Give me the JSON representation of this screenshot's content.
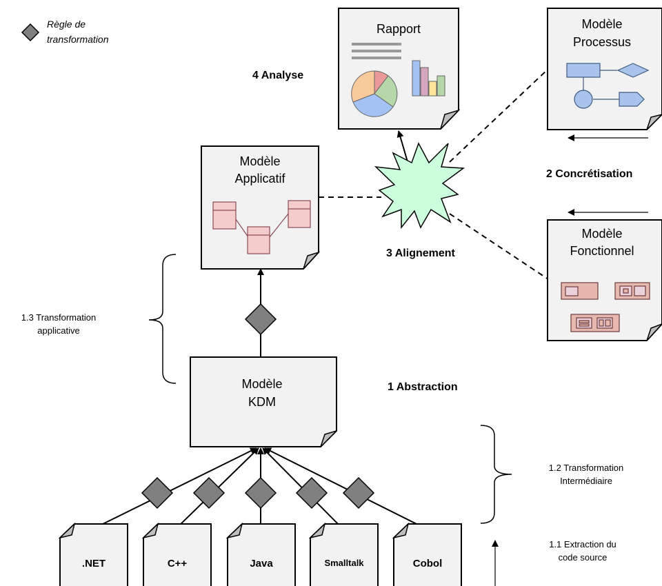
{
  "legend": {
    "line1": "Règle de",
    "line2": "transformation"
  },
  "stages": {
    "analyse": "4 Analyse",
    "concretisation": "2 Concrétisation",
    "alignement": "3 Alignement",
    "abstraction": "1 Abstraction"
  },
  "models": {
    "rapport": "Rapport",
    "processus": [
      "Modèle",
      "Processus"
    ],
    "applicatif": [
      "Modèle",
      "Applicatif"
    ],
    "fonctionnel": [
      "Modèle",
      "Fonctionnel"
    ],
    "kdm": [
      "Modèle",
      "KDM"
    ]
  },
  "annotations": {
    "transformation_applicative": [
      "1.3 Transformation",
      "applicative"
    ],
    "transformation_intermediaire": [
      "1.2 Transformation",
      "Intermédiaire"
    ],
    "extraction": [
      "1.1 Extraction du",
      "code source"
    ]
  },
  "sources": [
    ".NET",
    "C++",
    "Java",
    "Smalltalk",
    "Cobol"
  ],
  "colors": {
    "doc_fill": "#f2f2f2",
    "rule_fill": "#808080",
    "burst_fill": "#ccffdd",
    "class_fill": "#f4cccc",
    "class_stroke": "#a0606a",
    "process_fill": "#a9c4eb",
    "process_stroke": "#5a7fb5",
    "func_fill": "#e6b8b0",
    "func_inner": "#ead1dc",
    "pie": [
      "#ea9999",
      "#b6d7a8",
      "#a4c2f4",
      "#f9cb9c"
    ],
    "bars": [
      "#a4c2f4",
      "#d5a6bd",
      "#ffe599",
      "#b6d7a8"
    ]
  }
}
